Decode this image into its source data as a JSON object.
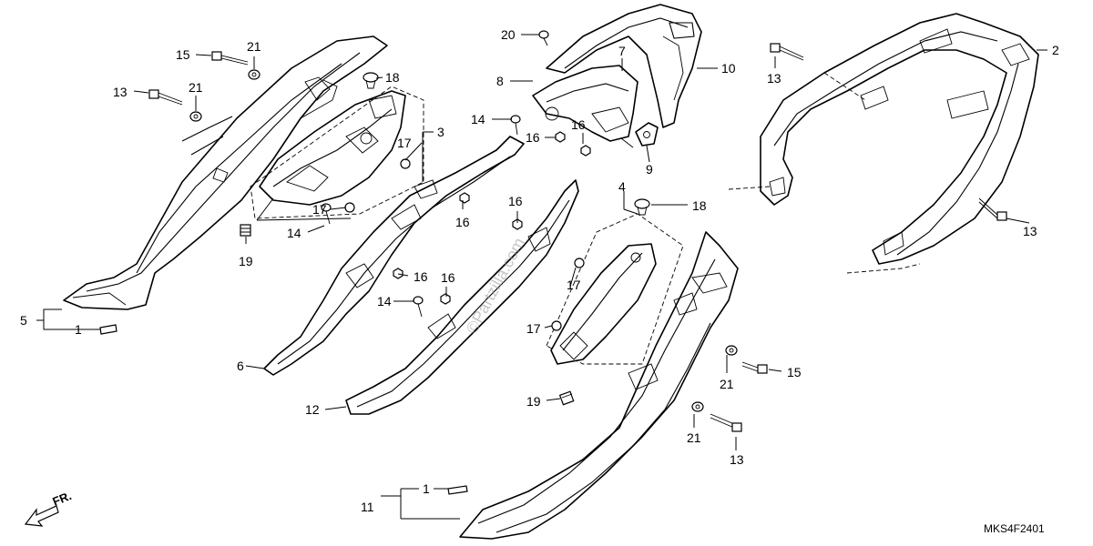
{
  "diagram": {
    "callouts": [
      {
        "id": "c1a",
        "label": "1"
      },
      {
        "id": "c1b",
        "label": "1"
      },
      {
        "id": "c2",
        "label": "2"
      },
      {
        "id": "c3",
        "label": "3"
      },
      {
        "id": "c4",
        "label": "4"
      },
      {
        "id": "c5",
        "label": "5"
      },
      {
        "id": "c6",
        "label": "6"
      },
      {
        "id": "c7",
        "label": "7"
      },
      {
        "id": "c8",
        "label": "8"
      },
      {
        "id": "c9",
        "label": "9"
      },
      {
        "id": "c10",
        "label": "10"
      },
      {
        "id": "c11",
        "label": "11"
      },
      {
        "id": "c12",
        "label": "12"
      },
      {
        "id": "c13a",
        "label": "13"
      },
      {
        "id": "c13b",
        "label": "13"
      },
      {
        "id": "c13c",
        "label": "13"
      },
      {
        "id": "c13d",
        "label": "13"
      },
      {
        "id": "c14a",
        "label": "14"
      },
      {
        "id": "c14b",
        "label": "14"
      },
      {
        "id": "c14c",
        "label": "14"
      },
      {
        "id": "c15a",
        "label": "15"
      },
      {
        "id": "c15b",
        "label": "15"
      },
      {
        "id": "c16a",
        "label": "16"
      },
      {
        "id": "c16b",
        "label": "16"
      },
      {
        "id": "c16c",
        "label": "16"
      },
      {
        "id": "c16d",
        "label": "16"
      },
      {
        "id": "c16e",
        "label": "16"
      },
      {
        "id": "c16f",
        "label": "16"
      },
      {
        "id": "c17a",
        "label": "17"
      },
      {
        "id": "c17b",
        "label": "17"
      },
      {
        "id": "c17c",
        "label": "17"
      },
      {
        "id": "c17d",
        "label": "17"
      },
      {
        "id": "c18a",
        "label": "18"
      },
      {
        "id": "c18b",
        "label": "18"
      },
      {
        "id": "c19a",
        "label": "19"
      },
      {
        "id": "c19b",
        "label": "19"
      },
      {
        "id": "c20",
        "label": "20"
      },
      {
        "id": "c21a",
        "label": "21"
      },
      {
        "id": "c21b",
        "label": "21"
      },
      {
        "id": "c21c",
        "label": "21"
      },
      {
        "id": "c21d",
        "label": "21"
      }
    ],
    "watermark": "©Partzilla.com",
    "drawing_code": "MKS4F2401",
    "front_indicator": "FR."
  }
}
